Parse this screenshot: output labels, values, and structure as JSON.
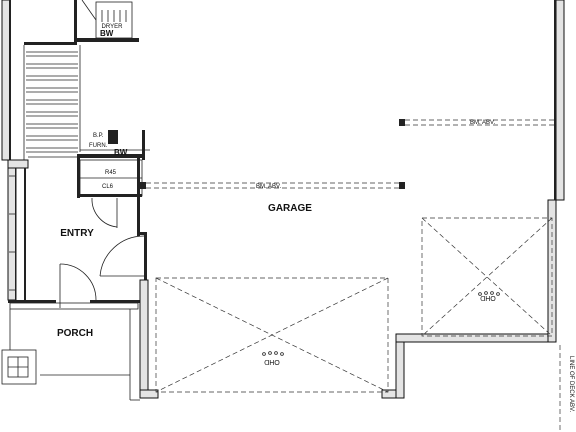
{
  "rooms": {
    "garage": "GARAGE",
    "entry": "ENTRY",
    "porch": "PORCH"
  },
  "notes": {
    "bw_top": "BW",
    "bw_mid": "BW",
    "bp_furn": "B.P.\nFURN.",
    "r45": "R45",
    "cl6": "CL6",
    "beam_upper": "BM. ABV.",
    "beam_lower": "BM. ABV.",
    "deck_line": "LINE OF DECK ABV.",
    "ohd_left": "OHD",
    "ohd_right": "OHD",
    "dryer": "DRYER"
  }
}
